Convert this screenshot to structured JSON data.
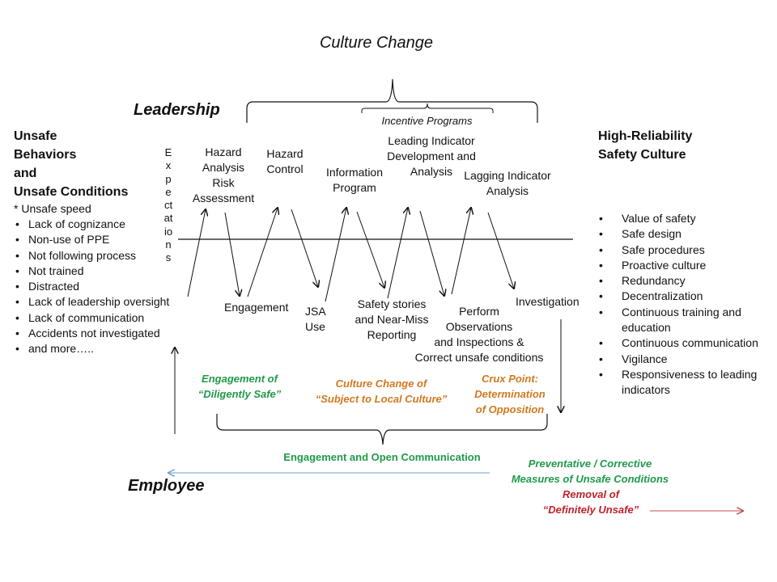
{
  "title": "Culture Change",
  "leadership": "Leadership",
  "employee": "Employee",
  "incentive": "Incentive Programs",
  "left_header": [
    "Unsafe",
    "Behaviors",
    "and",
    "Unsafe Conditions"
  ],
  "left_subheader": "* Unsafe speed",
  "left_items": [
    "Lack of cognizance",
    "Non-use of PPE",
    "Not following process",
    "Not trained",
    "Distracted",
    "Lack of leadership oversight",
    "Lack of communication",
    "Accidents not investigated",
    "and more….."
  ],
  "right_header": [
    "High-Reliability",
    "Safety Culture"
  ],
  "right_items": [
    "Value of safety",
    "Safe design",
    "Safe procedures",
    "Proactive culture",
    "Redundancy",
    "Decentralization",
    "Continuous training and education",
    "Continuous communication",
    "Vigilance",
    "Responsiveness to leading indicators"
  ],
  "expectations": "Expectations",
  "top_steps": {
    "hazard_analysis": [
      "Hazard",
      "Analysis",
      "Risk",
      "Assessment"
    ],
    "hazard_control": [
      "Hazard",
      "Control"
    ],
    "information": [
      "Information",
      "Program"
    ],
    "leading": [
      "Leading Indicator",
      "Development and",
      "Analysis"
    ],
    "lagging": [
      "Lagging Indicator",
      "Analysis"
    ]
  },
  "bottom_steps": {
    "engagement": [
      "Engagement"
    ],
    "jsa": [
      "JSA",
      "Use"
    ],
    "safety_stories": [
      "Safety stories",
      "and Near-Miss",
      "Reporting"
    ],
    "perform": [
      "Perform",
      "Observations",
      "and Inspections &",
      "Correct unsafe conditions"
    ],
    "investigation": [
      "Investigation"
    ]
  },
  "culture_labels": {
    "diligently": [
      "Engagement of",
      "“Diligently Safe”"
    ],
    "local": [
      "Culture Change of",
      "“Subject to Local Culture”"
    ],
    "crux": [
      "Crux Point:",
      "Determination",
      "of Opposition"
    ]
  },
  "engagement_comm": "Engagement and Open Communication",
  "preventative": [
    "Preventative / Corrective",
    "Measures of Unsafe Conditions"
  ],
  "removal": [
    "Removal of",
    "“Definitely Unsafe”"
  ],
  "colors": {
    "green": "#1f9a49",
    "orange": "#d2781e",
    "red": "#c0202a",
    "blue_arrow": "#6d9fce",
    "red_arrow": "#c0504d",
    "text": "#111111"
  }
}
